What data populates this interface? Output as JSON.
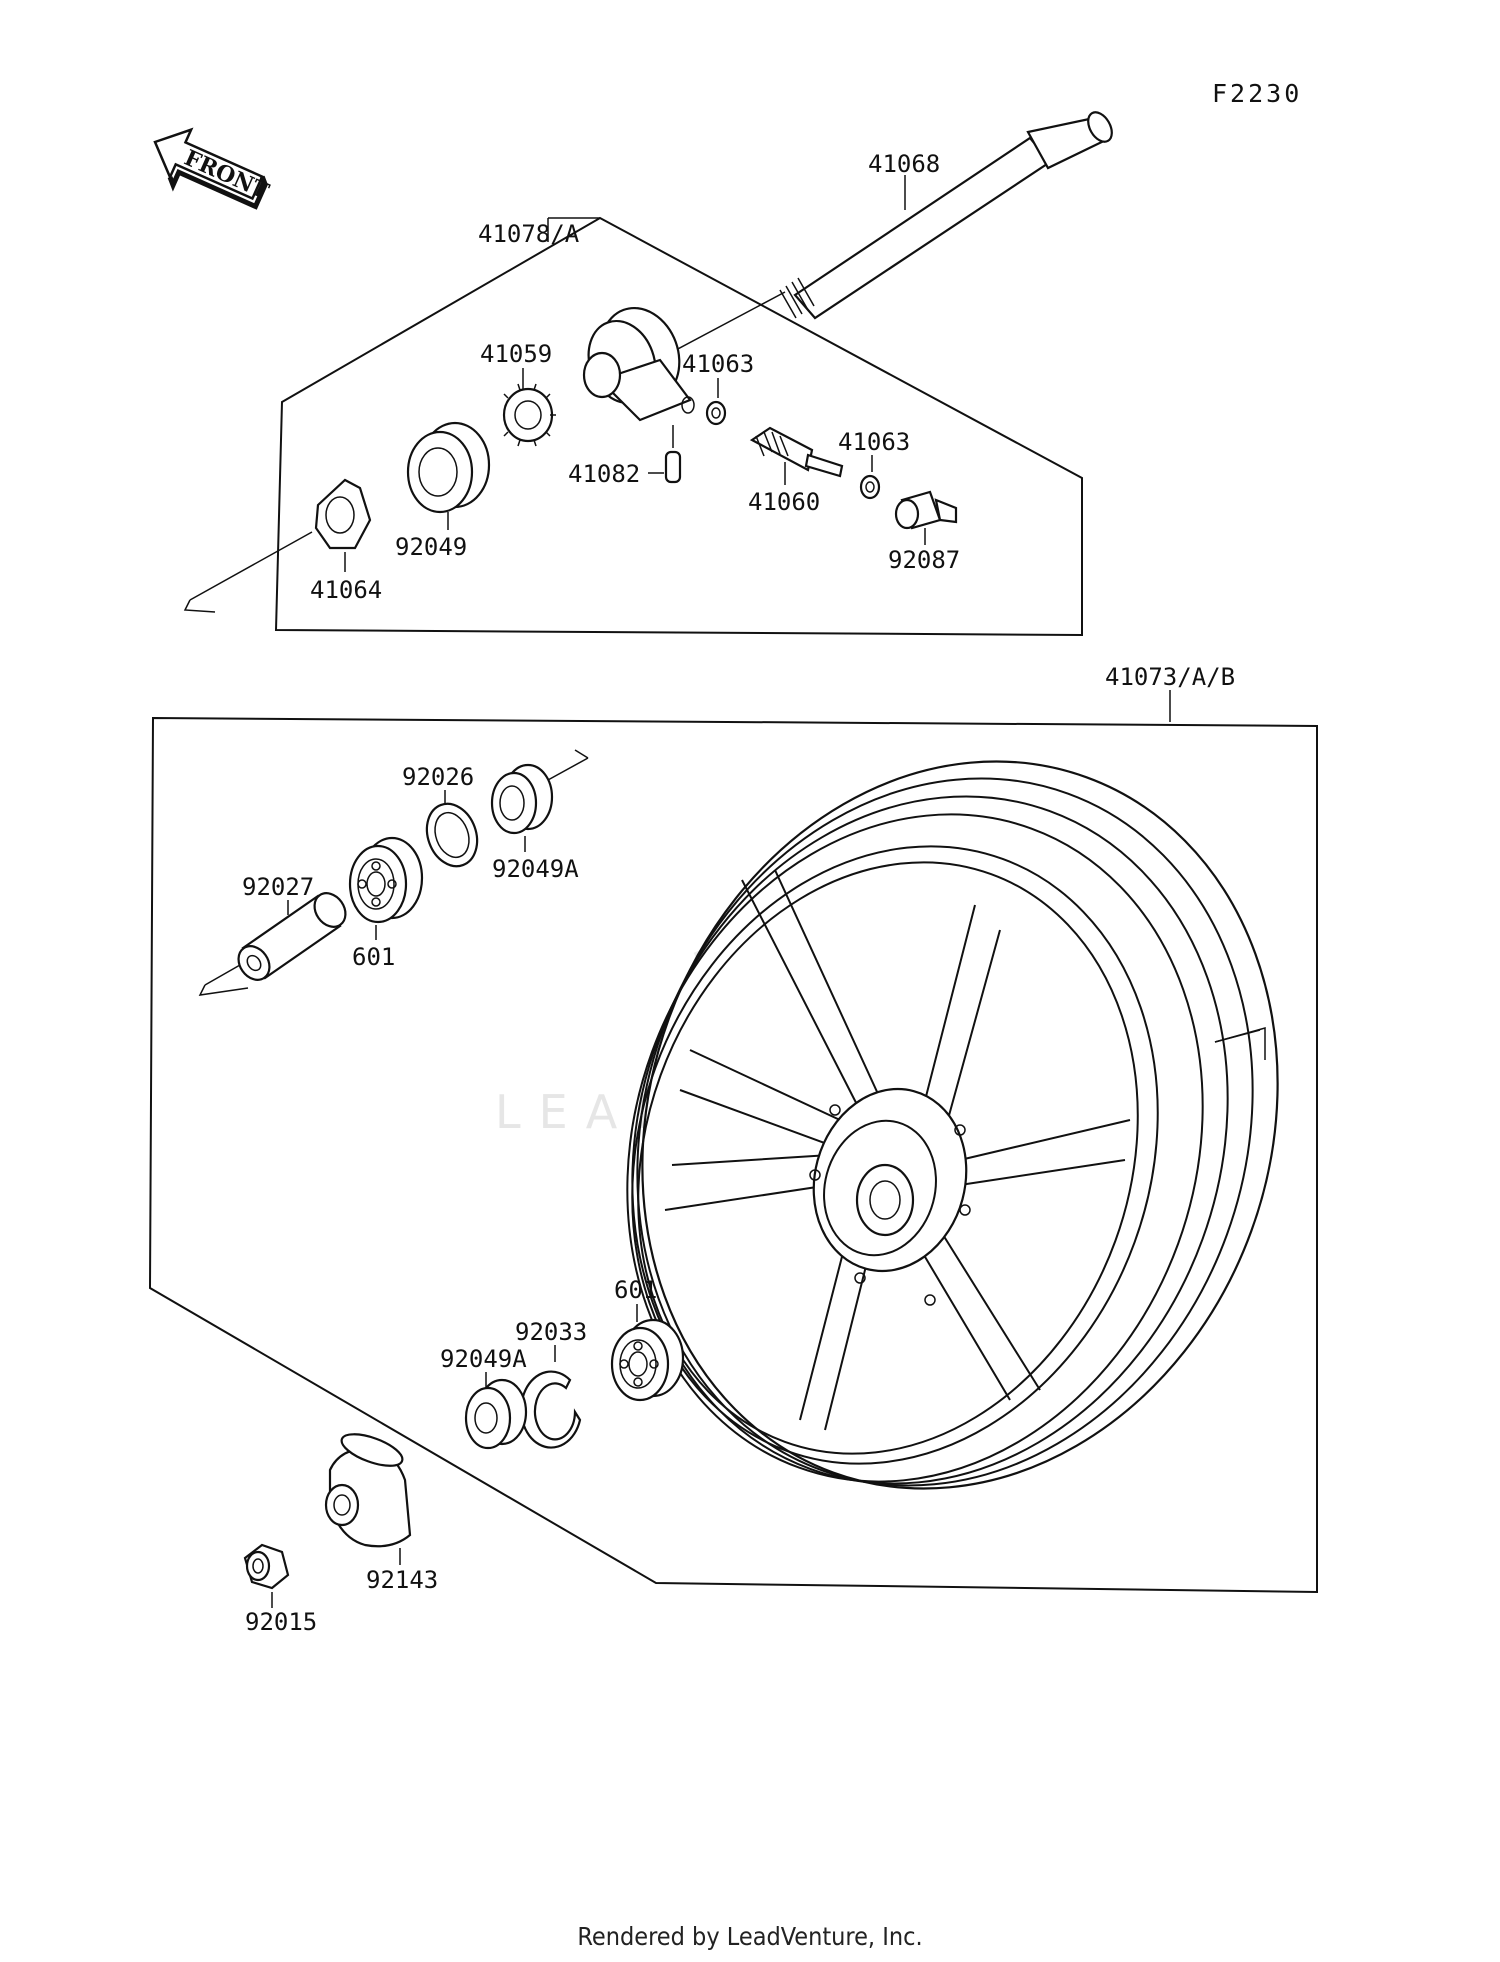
{
  "diagram_code": "F2230",
  "front_arrow_label": "FRONT",
  "watermark": "LEADVENTURE",
  "footer_text": "Rendered by LeadVenture, Inc.",
  "parts": {
    "axle": "41068",
    "gear_housing_assy": "41078/A",
    "gear_41059": "41059",
    "washer_41063a": "41063",
    "washer_41063b": "41063",
    "pin_41082": "41082",
    "pinion_41060": "41060",
    "bearing_92049": "92049",
    "plate_41064": "41064",
    "bushing_92087": "92087",
    "wheel_assy": "41073/A/B",
    "oil_seal_92026": "92026",
    "oil_seal_92049a_top": "92049A",
    "collar_92027": "92027",
    "bearing_601_top": "601",
    "bearing_601_bottom": "601",
    "circlip_92033": "92033",
    "oil_seal_92049a_bottom": "92049A",
    "collar_92143": "92143",
    "nut_92015": "92015"
  }
}
